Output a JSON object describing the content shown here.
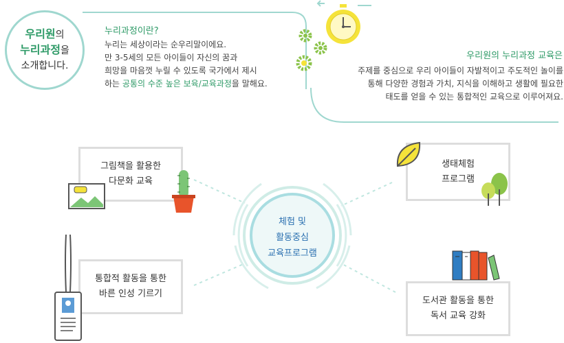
{
  "intro": {
    "line1_strong": "우리원",
    "line1_rest": "의",
    "line2_strong": "누리과정",
    "line2_rest": "을",
    "line3": "소개합니다."
  },
  "definition": {
    "title": "누리과정이란?",
    "line1": "누리는 세상이라는 순우리말이에요.",
    "line2": "만 3-5세의 모든 아이들이 자신의 꿈과",
    "line3": "희망을 마음껏 누릴 수 있도록 국가에서 제시",
    "line4_pre": "하는 ",
    "line4_highlight": "공통의 수준 높은 보육/교육과정",
    "line4_post": "을 말해요."
  },
  "education": {
    "title": "우리원의 누리과정 교육은",
    "line1": "주제를 중심으로 우리 아이들이 자발적이고 주도적인 놀이를",
    "line2": "통해 다양한 경험과 가치, 지식을 이해하고 생활에 필요한",
    "line3": "태도를 얻을 수 있는 통합적인 교육으로 이루어져요."
  },
  "center": {
    "line1": "체험 및",
    "line2": "활동중심",
    "line3": "교육프로그램"
  },
  "activities": [
    {
      "line1": "그림책을 활용한",
      "line2": "다문화 교육"
    },
    {
      "line1": "생태체험",
      "line2": "프로그램"
    },
    {
      "line1": "통합적 활동을 통한",
      "line2": "바른 인성 기르기"
    },
    {
      "line1": "도서관 활동을 통한",
      "line2": "독서 교육 강화"
    }
  ],
  "icons": {
    "clock": "clock-icon",
    "gears": "gears-icon",
    "picture": "picture-book-icon",
    "cactus": "cactus-icon",
    "leaf": "leaf-icon",
    "trees": "trees-icon",
    "badge": "id-badge-icon",
    "books": "books-icon"
  },
  "colors": {
    "accent_green": "#2e9a67",
    "mint_line": "#9fd7cf",
    "center_blue": "#2a6fb0",
    "gear_green": "#8bc34a",
    "clock_yellow": "#f5e33a"
  }
}
